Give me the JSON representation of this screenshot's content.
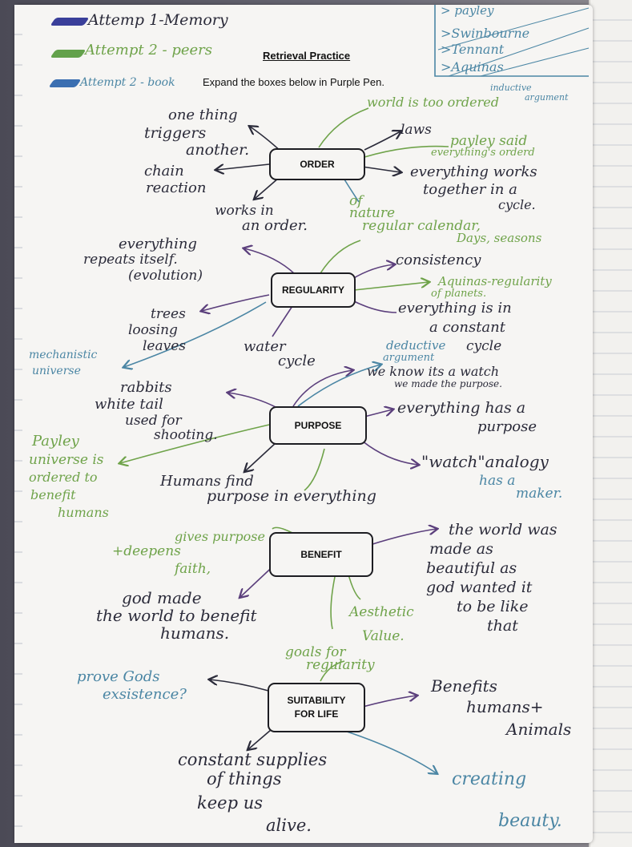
{
  "legend": {
    "l1": "Attemp 1-Memory",
    "l2": "Attempt 2 - peers",
    "l3": "Attempt 2 - book"
  },
  "colors": {
    "black": "#2b2b3a",
    "green": "#6fa34a",
    "blue": "#4b86a4",
    "purple": "#5b3f7c"
  },
  "heading": {
    "title": "Retrieval Practice",
    "subtitle": "Expand the boxes below in Purple Pen."
  },
  "corner": {
    "c1": "> payley",
    "c2": ">Swinbourne",
    "c3": ">Tennant",
    "c4": ">Aquinas",
    "c5": "inductive",
    "c6": "argument"
  },
  "boxes": {
    "order": "ORDER",
    "regularity": "REGULARITY",
    "purpose": "PURPOSE",
    "benefit": "BENEFIT",
    "suit1": "SUITABILITY",
    "suit2": "FOR LIFE"
  },
  "order": {
    "a1": "one thing",
    "a2": "triggers",
    "a3": "another.",
    "b1": "chain",
    "b2": "reaction",
    "c1": "works in",
    "c2": "an order.",
    "d1": "of",
    "d2": "nature",
    "e1": "laws",
    "f1": "world is too ordered",
    "g1": "payley said",
    "g2": "everything's orderd",
    "h1": "everything works",
    "h2": "together in a",
    "h3": "cycle."
  },
  "regularity": {
    "a1": "everything",
    "a2": "repeats itself.",
    "a3": "(evolution)",
    "b1": "regular calendar,",
    "b2": "Days, seasons",
    "c1": "consistency",
    "d1": "Aquinas-regularity",
    "d2": "of planets.",
    "e1": "everything is in",
    "e2": "a constant",
    "e3": "cycle",
    "f1": "trees",
    "f2": "loosing",
    "f3": "leaves",
    "g1": "water",
    "g2": "cycle",
    "h1": "mechanistic",
    "h2": "universe"
  },
  "purpose": {
    "a1": "deductive",
    "a2": "argument",
    "b1": "we know its a watch",
    "b2": "we made the purpose.",
    "c1": "rabbits",
    "c2": "white tail",
    "c3": "used for",
    "c4": "shooting.",
    "d1": "everything has a",
    "d2": "purpose",
    "e1": "Payley",
    "e2": "universe is",
    "e3": "ordered to",
    "e4": "benefit",
    "e5": "humans",
    "f1": "\"watch\"analogy",
    "g1": "has a",
    "g2": "maker.",
    "h1": "Humans find",
    "h2": "purpose in everything"
  },
  "benefit": {
    "a1": "gives purpose",
    "a2": "+deepens",
    "a3": "faith,",
    "b1": "the world was",
    "b2": "made as",
    "b3": "beautiful as",
    "b4": "god wanted it",
    "b5": "to be like",
    "b6": "that",
    "c1": "god made",
    "c2": "the world to benefit",
    "c3": "humans.",
    "d1": "Aesthetic",
    "d2": "Value.",
    "e1": "goals for",
    "e2": "regularity"
  },
  "suitability": {
    "a1": "prove Gods",
    "a2": "exsistence?",
    "b1": "Benefits",
    "b2": "humans+",
    "b3": "Animals",
    "c1": "constant supplies",
    "c2": "of things",
    "c3": "keep us",
    "c4": "alive.",
    "d1": "creating",
    "d2": "beauty."
  }
}
